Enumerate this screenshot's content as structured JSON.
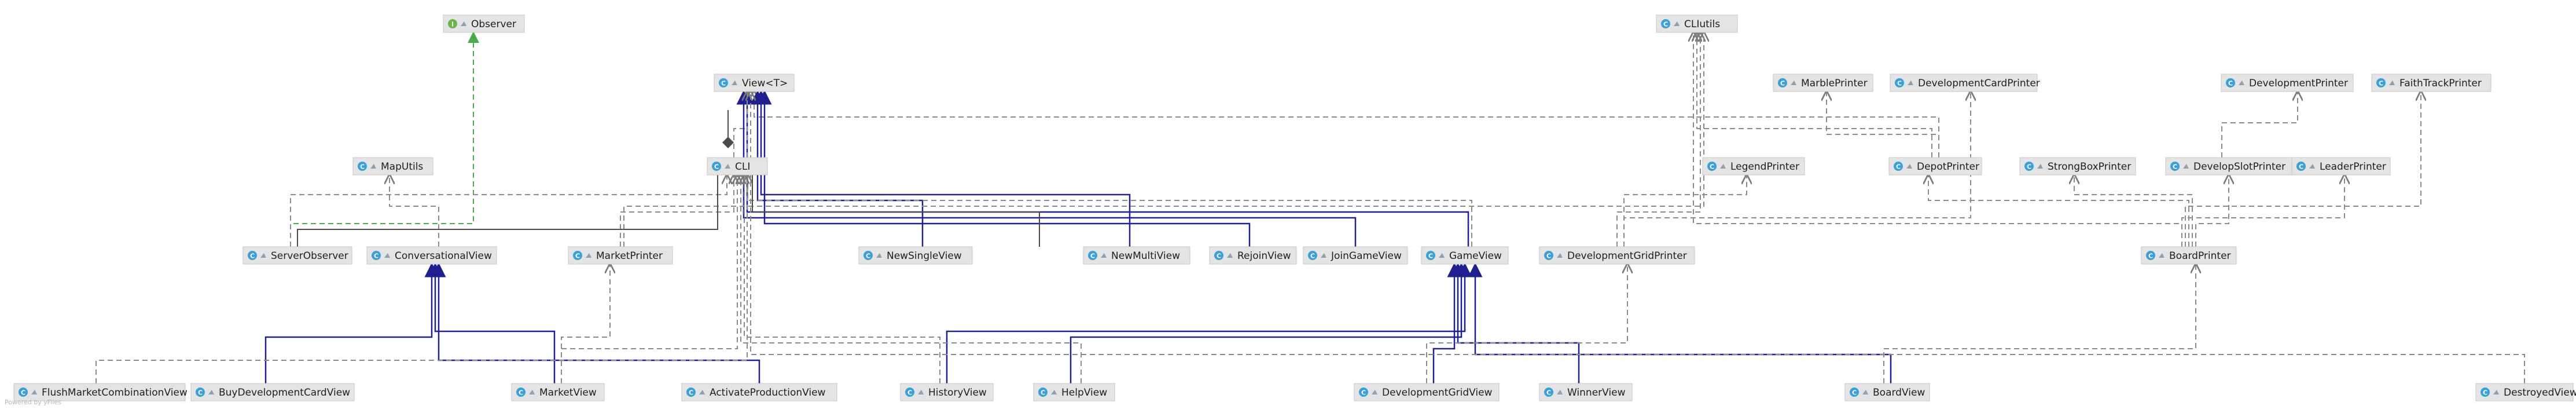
{
  "diagram": {
    "nodes": [
      {
        "id": "observer",
        "label": "Observer",
        "kind": "interface"
      },
      {
        "id": "cliutils",
        "label": "CLIutils",
        "kind": "class"
      },
      {
        "id": "view",
        "label": "View<T>",
        "kind": "class"
      },
      {
        "id": "marble-printer",
        "label": "MarblePrinter",
        "kind": "class"
      },
      {
        "id": "development-card-printer",
        "label": "DevelopmentCardPrinter",
        "kind": "class"
      },
      {
        "id": "development-printer",
        "label": "DevelopmentPrinter",
        "kind": "class"
      },
      {
        "id": "faith-track-printer",
        "label": "FaithTrackPrinter",
        "kind": "class"
      },
      {
        "id": "map-utils",
        "label": "MapUtils",
        "kind": "class"
      },
      {
        "id": "cli",
        "label": "CLI",
        "kind": "class"
      },
      {
        "id": "legend-printer",
        "label": "LegendPrinter",
        "kind": "class"
      },
      {
        "id": "depot-printer",
        "label": "DepotPrinter",
        "kind": "class"
      },
      {
        "id": "strong-box-printer",
        "label": "StrongBoxPrinter",
        "kind": "class"
      },
      {
        "id": "develop-slot-printer",
        "label": "DevelopSlotPrinter",
        "kind": "class"
      },
      {
        "id": "leader-printer",
        "label": "LeaderPrinter",
        "kind": "class"
      },
      {
        "id": "server-observer",
        "label": "ServerObserver",
        "kind": "class"
      },
      {
        "id": "conversational-view",
        "label": "ConversationalView",
        "kind": "class"
      },
      {
        "id": "market-printer",
        "label": "MarketPrinter",
        "kind": "class"
      },
      {
        "id": "new-single-view",
        "label": "NewSingleView",
        "kind": "class"
      },
      {
        "id": "new-multi-view",
        "label": "NewMultiView",
        "kind": "class"
      },
      {
        "id": "rejoin-view",
        "label": "RejoinView",
        "kind": "class"
      },
      {
        "id": "join-game-view",
        "label": "JoinGameView",
        "kind": "class"
      },
      {
        "id": "game-view",
        "label": "GameView",
        "kind": "class"
      },
      {
        "id": "development-grid-printer",
        "label": "DevelopmentGridPrinter",
        "kind": "class"
      },
      {
        "id": "board-printer",
        "label": "BoardPrinter",
        "kind": "class"
      },
      {
        "id": "flush-market-combination-view",
        "label": "FlushMarketCombinationView",
        "kind": "class"
      },
      {
        "id": "buy-development-card-view",
        "label": "BuyDevelopmentCardView",
        "kind": "class"
      },
      {
        "id": "market-view",
        "label": "MarketView",
        "kind": "class"
      },
      {
        "id": "activate-production-view",
        "label": "ActivateProductionView",
        "kind": "class"
      },
      {
        "id": "history-view",
        "label": "HistoryView",
        "kind": "class"
      },
      {
        "id": "help-view",
        "label": "HelpView",
        "kind": "class"
      },
      {
        "id": "development-grid-view",
        "label": "DevelopmentGridView",
        "kind": "class"
      },
      {
        "id": "winner-view",
        "label": "WinnerView",
        "kind": "class"
      },
      {
        "id": "board-view",
        "label": "BoardView",
        "kind": "class"
      },
      {
        "id": "destroyed-view",
        "label": "DestroyedView",
        "kind": "class"
      }
    ],
    "edges": [
      {
        "from": "server-observer",
        "to": "observer",
        "type": "implements"
      },
      {
        "from": "cli",
        "to": "view",
        "type": "uses"
      },
      {
        "from": "market-printer",
        "to": "cli",
        "type": "uses"
      },
      {
        "from": "depot-printer",
        "to": "view",
        "type": "uses"
      },
      {
        "from": "new-single-view",
        "to": "view",
        "type": "extends"
      },
      {
        "from": "new-multi-view",
        "to": "view",
        "type": "extends"
      },
      {
        "from": "rejoin-view",
        "to": "view",
        "type": "extends"
      },
      {
        "from": "join-game-view",
        "to": "view",
        "type": "extends"
      },
      {
        "from": "game-view",
        "to": "view",
        "type": "extends"
      },
      {
        "from": "conversational-view",
        "to": "map-utils",
        "type": "uses"
      },
      {
        "from": "buy-development-card-view",
        "to": "conversational-view",
        "type": "extends"
      },
      {
        "from": "market-view",
        "to": "conversational-view",
        "type": "extends"
      },
      {
        "from": "activate-production-view",
        "to": "conversational-view",
        "type": "extends"
      },
      {
        "from": "board-view",
        "to": "game-view",
        "type": "extends"
      },
      {
        "from": "development-grid-view",
        "to": "game-view",
        "type": "extends"
      },
      {
        "from": "winner-view",
        "to": "game-view",
        "type": "extends"
      },
      {
        "from": "help-view",
        "to": "game-view",
        "type": "extends"
      },
      {
        "from": "history-view",
        "to": "game-view",
        "type": "extends"
      },
      {
        "from": "depot-printer",
        "to": "marble-printer",
        "type": "uses"
      },
      {
        "from": "development-grid-printer",
        "to": "development-card-printer",
        "type": "uses"
      },
      {
        "from": "develop-slot-printer",
        "to": "development-printer",
        "type": "uses"
      },
      {
        "from": "board-printer",
        "to": "faith-track-printer",
        "type": "uses"
      },
      {
        "from": "board-printer",
        "to": "depot-printer",
        "type": "uses"
      },
      {
        "from": "board-printer",
        "to": "strong-box-printer",
        "type": "uses"
      },
      {
        "from": "board-printer",
        "to": "develop-slot-printer",
        "type": "uses"
      },
      {
        "from": "board-printer",
        "to": "leader-printer",
        "type": "uses"
      },
      {
        "from": "board-view",
        "to": "board-printer",
        "type": "uses"
      },
      {
        "from": "development-grid-view",
        "to": "development-grid-printer",
        "type": "uses"
      },
      {
        "from": "market-view",
        "to": "market-printer",
        "type": "uses"
      },
      {
        "from": "development-grid-printer",
        "to": "legend-printer",
        "type": "uses"
      },
      {
        "from": "board-printer",
        "to": "cliutils",
        "type": "uses"
      },
      {
        "from": "depot-printer",
        "to": "cliutils",
        "type": "uses"
      },
      {
        "from": "development-grid-printer",
        "to": "cliutils",
        "type": "uses"
      },
      {
        "from": "market-printer",
        "to": "cliutils",
        "type": "uses"
      },
      {
        "from": "game-view",
        "to": "cli",
        "type": "uses"
      },
      {
        "from": "server-observer",
        "to": "cli",
        "type": "uses"
      },
      {
        "from": "flush-market-combination-view",
        "to": "view",
        "type": "uses"
      },
      {
        "from": "destroyed-view",
        "to": "view",
        "type": "uses"
      },
      {
        "from": "market-view",
        "to": "cli",
        "type": "uses"
      },
      {
        "from": "help-view",
        "to": "cli",
        "type": "uses"
      },
      {
        "from": "history-view",
        "to": "cli",
        "type": "uses"
      }
    ]
  },
  "colors": {
    "node_fill": "#e4e4e4",
    "class_icon": "#3aa0d8",
    "interface_icon": "#6cb446",
    "extends_edge": "#1f1f8f",
    "uses_edge": "#8a8a8a",
    "implements_edge": "#4caa50"
  },
  "icons": {
    "class": "class-c-icon",
    "interface": "interface-i-icon",
    "visibility": "visibility-icon"
  },
  "watermark": "Powered by yFiles"
}
